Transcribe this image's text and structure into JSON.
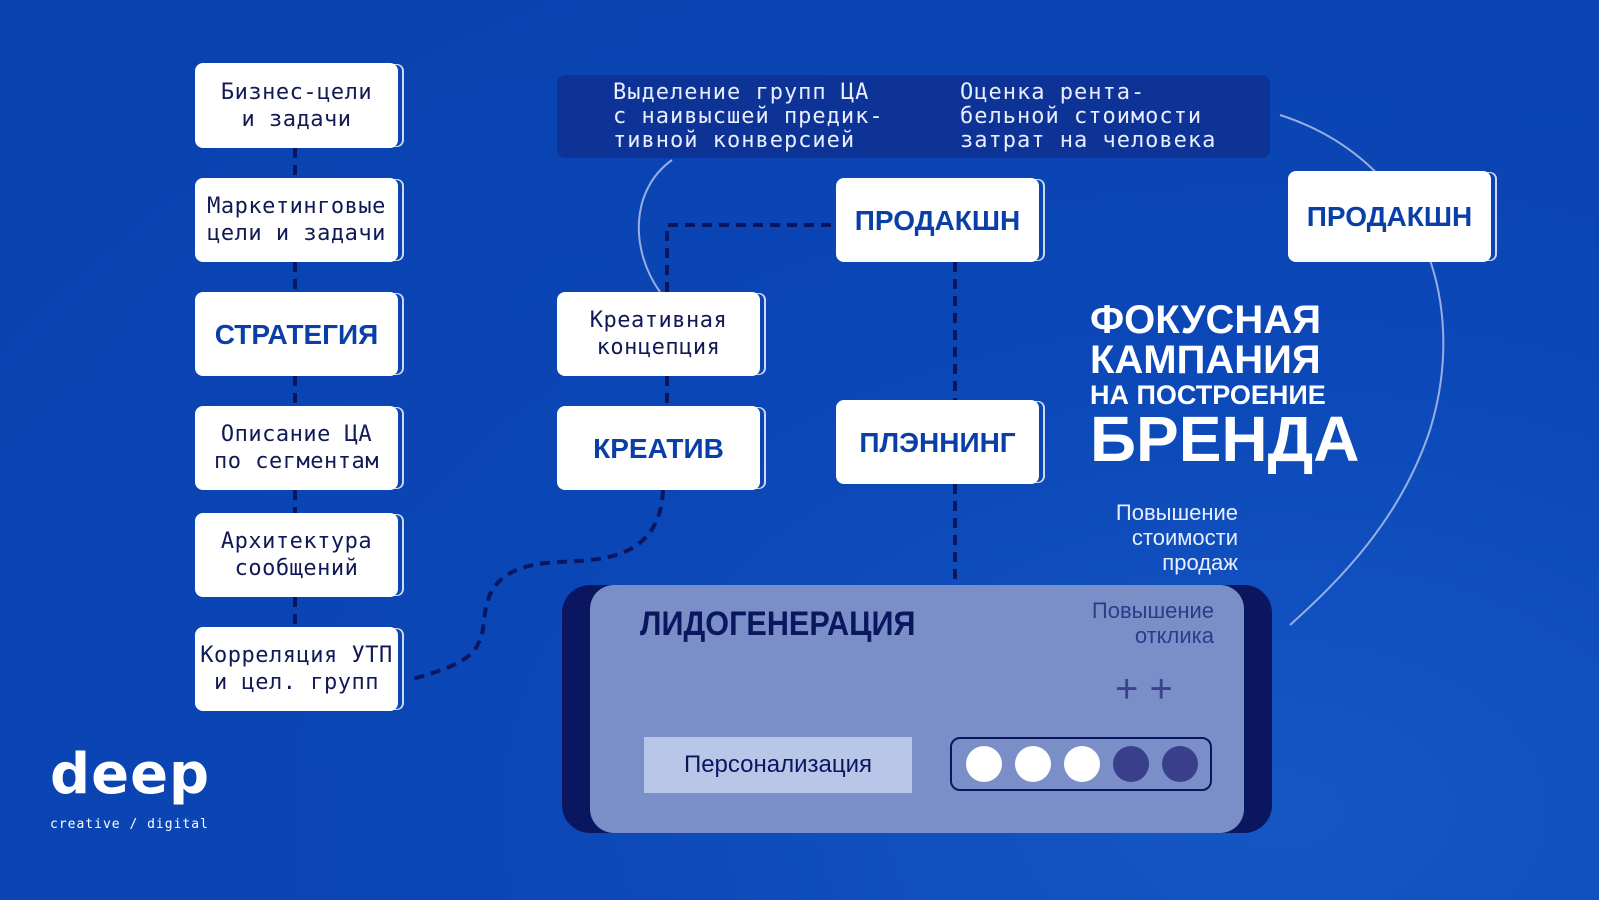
{
  "left_column": [
    "Бизнес-цели\nи задачи",
    "Маркетинговые\nцели и задачи",
    "СТРАТЕГИЯ",
    "Описание ЦА\nпо сегментам",
    "Архитектура\nсообщений",
    "Корреляция УТП\nи цел. групп"
  ],
  "banner": {
    "left": "Выделение групп ЦА\nс наивысшей предик-\nтивной конверсией",
    "right": "Оценка рента-\nбельной стоимости\nзатрат на человека"
  },
  "middle": {
    "creative_concept": "Креативная\nконцепция",
    "creative": "КРЕАТИВ",
    "production": "ПРОДАКШН",
    "planning": "ПЛЭННИНГ"
  },
  "right_production": "ПРОДАКШН",
  "title": {
    "line1": "ФОКУСНАЯ",
    "line2": "КАМПАНИЯ",
    "line3": "НА ПОСТРОЕНИЕ",
    "line4": "БРЕНДА"
  },
  "sales_note": "Повышение\nстоимости\nпродаж",
  "lead": {
    "title": "ЛИДОГЕНЕРАЦИЯ",
    "response_note": "Повышение\nотклика",
    "personalization": "Персонализация",
    "plus": "+ +",
    "dots_filled": 3,
    "dots_total": 5
  },
  "logo": {
    "name": "deep",
    "tagline": "creative / digital"
  },
  "colors": {
    "background": "#0b46b6",
    "box_text": "#111a55",
    "accent": "#0b3fa8",
    "lead_bg": "#7a8fc8",
    "lead_dark": "#0b1660"
  }
}
